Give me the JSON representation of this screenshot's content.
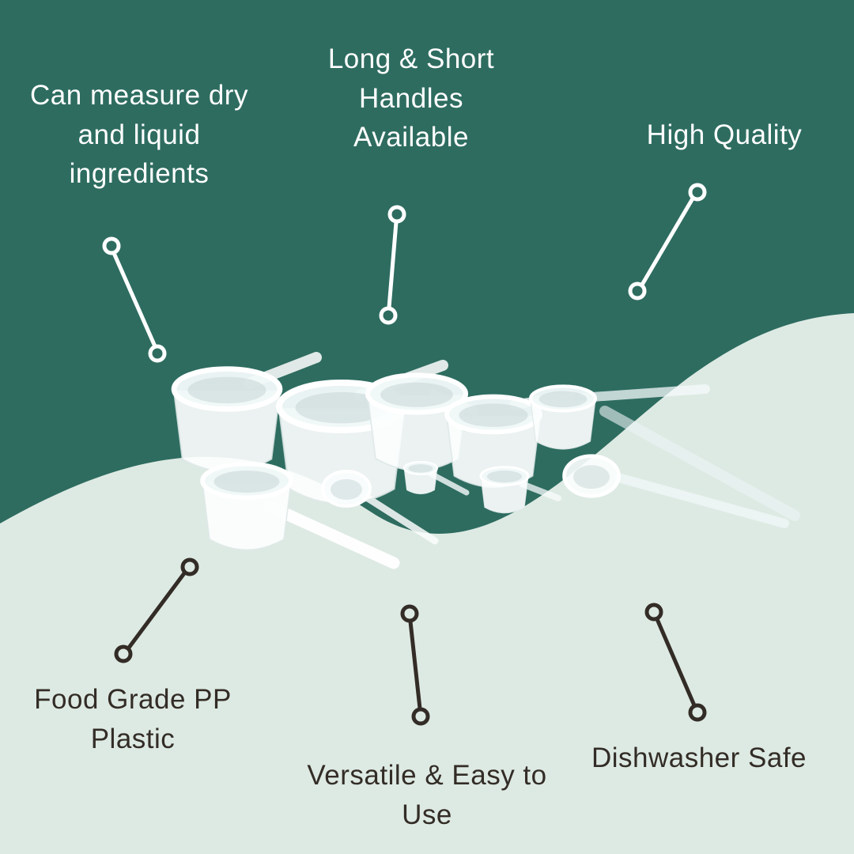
{
  "colors": {
    "background_teal": "#2E6C60",
    "background_light": "#DDEAE3",
    "text_light": "#FFFFFF",
    "text_dark": "#332C26",
    "leader_light": "#FFFFFF",
    "leader_dark": "#332C26",
    "product_white": "#FFFFFF"
  },
  "callouts": {
    "measure": {
      "label": "Can measure dry\nand liquid\ningredients"
    },
    "handles": {
      "label": "Long & Short\nHandles\nAvailable"
    },
    "quality": {
      "label": "High Quality"
    },
    "material": {
      "label": "Food Grade PP\nPlastic"
    },
    "versatile": {
      "label": "Versatile & Easy to\nUse"
    },
    "dishwasher": {
      "label": "Dishwasher Safe"
    }
  }
}
